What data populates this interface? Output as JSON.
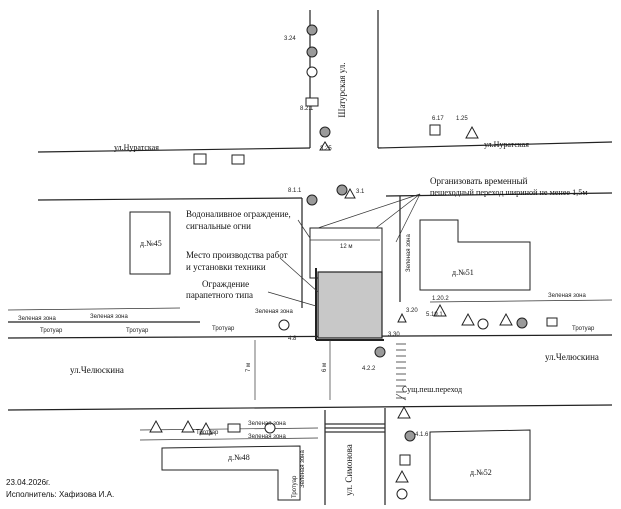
{
  "streets": {
    "shaturskaya": "Шатурская ул.",
    "nuratskaya_left": "ул.Нуратская",
    "nuratskaya_right": "ул.Нуратская",
    "chelyuskina_left": "ул.Челюскина",
    "chelyuskina_right": "ул.Челюскина",
    "simonova": "ул. Симонова"
  },
  "buildings": {
    "b45": "д.№45",
    "b51": "д.№51",
    "b48": "д.№48",
    "b52": "д.№52"
  },
  "labels": {
    "barrier_line1": "Водоналивное ограждение,",
    "barrier_line2": "сигнальные огни",
    "worksite_line1": "Место производства работ",
    "worksite_line2": "и установки техники",
    "parapet_line1": "Ограждение",
    "parapet_line2": "парапетного типа",
    "temp_crossing_line1": "Организовать временный",
    "temp_crossing_line2": "пешеходный переход шириной не менее 1,5м",
    "existing_crossing": "Сущ.пеш.переход",
    "dim_12m": "12 м",
    "dim_7m": "7 м",
    "dim_6m": "6 м",
    "green_zone": "Зеленая зона",
    "sidewalk": "Тротуар"
  },
  "signs": [
    "3.24",
    "3.25",
    "1.25",
    "6.17",
    "3.1",
    "4.1.6",
    "8.1.1",
    "1.20.2",
    "3.20",
    "4.2.2",
    "3.30",
    "4.8",
    "8.2.1",
    "5.19.1"
  ],
  "footer": {
    "date": "23.04.2026г.",
    "author": "Исполнитель: Хафизова И.А."
  }
}
